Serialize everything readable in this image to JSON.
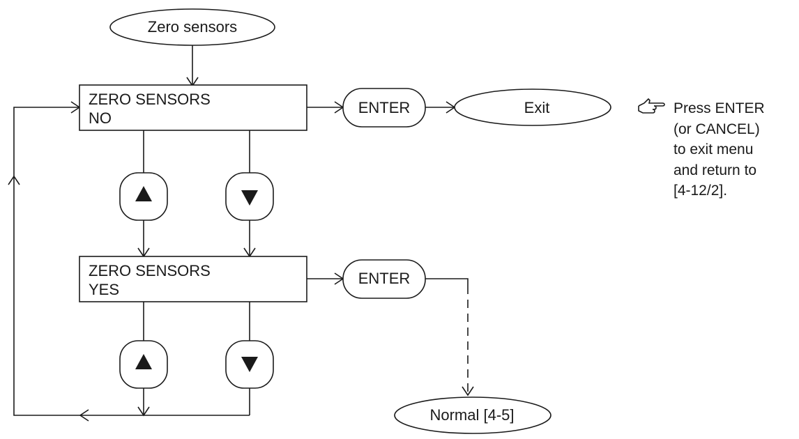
{
  "start_node": {
    "label": "Zero sensors"
  },
  "menu_no": {
    "line1": "ZERO SENSORS",
    "line2": "NO"
  },
  "menu_yes": {
    "line1": "ZERO SENSORS",
    "line2": "YES"
  },
  "enter_button_top": {
    "label": "ENTER"
  },
  "enter_button_bottom": {
    "label": "ENTER"
  },
  "exit_node": {
    "label": "Exit"
  },
  "normal_node": {
    "label": "Normal [4-5]"
  },
  "keys": {
    "up_icon": "up-triangle",
    "down_icon": "down-triangle"
  },
  "note": {
    "icon": "pointing-hand-icon",
    "lines": [
      "Press ENTER",
      "(or CANCEL)",
      "to exit menu",
      "and return to",
      "[4-12/2]."
    ]
  }
}
